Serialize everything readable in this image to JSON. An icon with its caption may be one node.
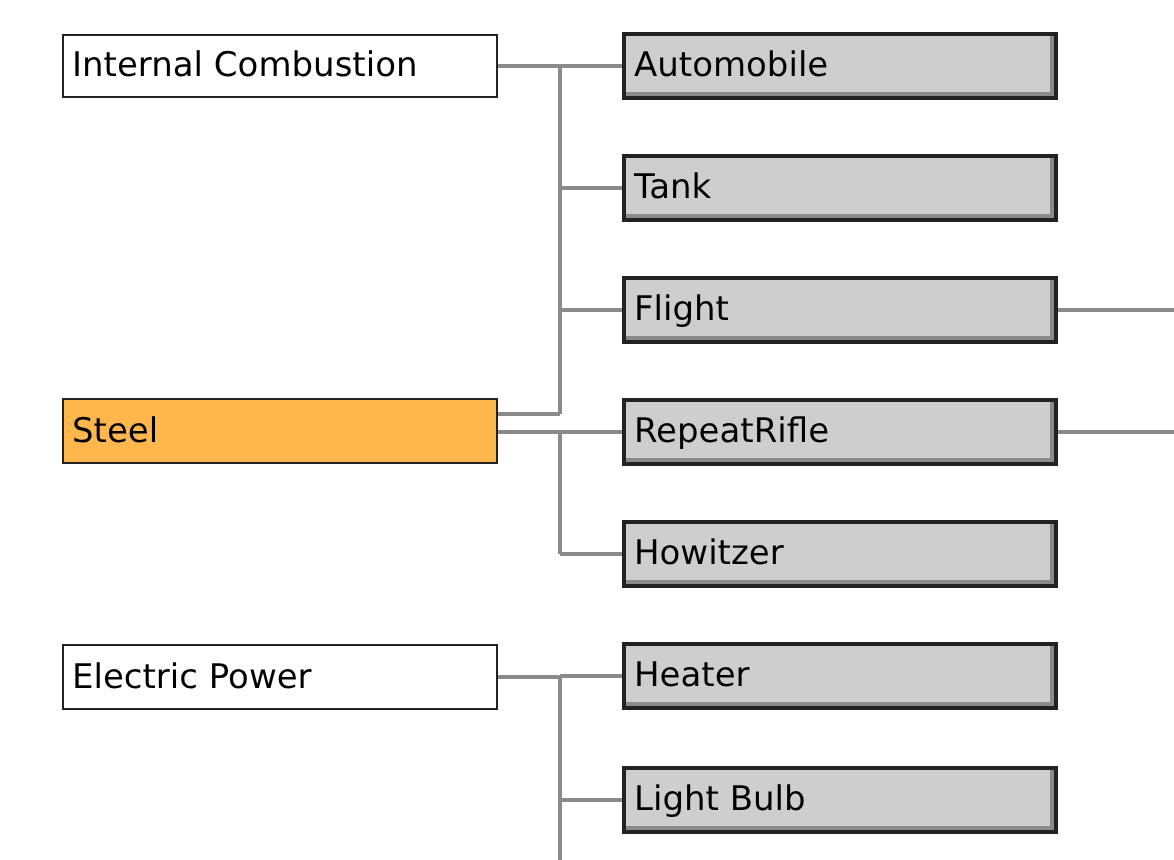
{
  "diagram": {
    "nodes": [
      {
        "text": [
          "Internal Combustion"
        ]
      },
      {
        "text": [
          "Steel"
        ]
      },
      {
        "text": [
          "Electric Power"
        ]
      },
      {
        "text": [
          "Automobile"
        ]
      },
      {
        "text": [
          "Tank"
        ]
      },
      {
        "text": [
          "Flight"
        ]
      },
      {
        "text": [
          "RepeatRifle"
        ]
      },
      {
        "text": [
          "Howitzer"
        ]
      },
      {
        "text": [
          "Heater"
        ]
      },
      {
        "text": [
          "Light Bulb"
        ]
      }
    ],
    "edges": [
      {
        "from": 0,
        "to": 3,
        "arrow": "none"
      },
      {
        "from": 0,
        "to": 4,
        "arrow": "none"
      },
      {
        "from": 0,
        "to": 5,
        "arrow": "none"
      },
      {
        "from": 1,
        "to": 3,
        "arrow": "none"
      },
      {
        "from": 1,
        "to": 4,
        "arrow": "none"
      },
      {
        "from": 1,
        "to": 5,
        "arrow": "none"
      },
      {
        "from": 1,
        "to": 6,
        "arrow": "none"
      },
      {
        "from": 1,
        "to": 7,
        "arrow": "none"
      },
      {
        "from": 2,
        "to": 8,
        "arrow": "none"
      },
      {
        "from": 2,
        "to": 9,
        "arrow": "none"
      },
      {
        "from": 2,
        "to": null,
        "arrow": "none"
      },
      {
        "from": 5,
        "to": null,
        "arrow": "none"
      },
      {
        "from": 6,
        "to": null,
        "arrow": "none"
      }
    ]
  }
}
